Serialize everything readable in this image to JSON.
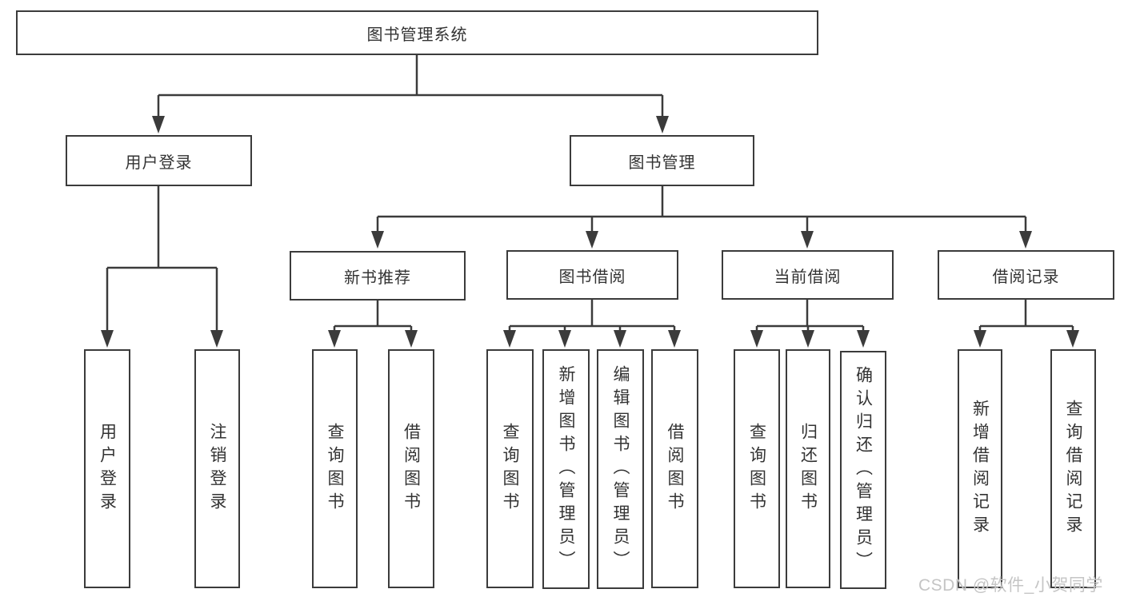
{
  "tree": {
    "root": {
      "label": "图书管理系统"
    },
    "branches": [
      {
        "label": "用户登录",
        "children": [
          {
            "label": "用户登录"
          },
          {
            "label": "注销登录"
          }
        ]
      },
      {
        "label": "图书管理",
        "children": [
          {
            "label": "新书推荐",
            "children": [
              {
                "label": "查询图书"
              },
              {
                "label": "借阅图书"
              }
            ]
          },
          {
            "label": "图书借阅",
            "children": [
              {
                "label": "查询图书"
              },
              {
                "label": "新增图书（管理员）"
              },
              {
                "label": "编辑图书（管理员）"
              },
              {
                "label": "借阅图书"
              }
            ]
          },
          {
            "label": "当前借阅",
            "children": [
              {
                "label": "查询图书"
              },
              {
                "label": "归还图书"
              },
              {
                "label": "确认归还（管理员）"
              }
            ]
          },
          {
            "label": "借阅记录",
            "children": [
              {
                "label": "新增借阅记录"
              },
              {
                "label": "查询借阅记录"
              }
            ]
          }
        ]
      }
    ]
  },
  "watermark": "CSDN @软件_小贺同学",
  "colors": {
    "line": "#3b3b3b",
    "box_border": "#3b3b3b",
    "text": "#333333",
    "background": "#ffffff",
    "watermark": "#c5c5c5"
  }
}
